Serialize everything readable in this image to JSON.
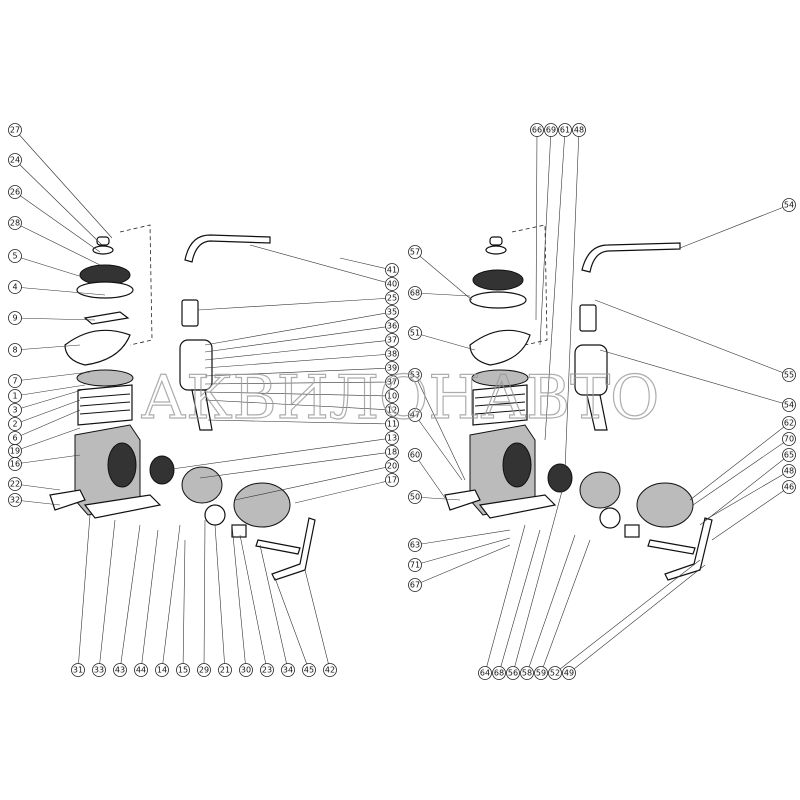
{
  "watermark": "АКВИЛОНАВТО",
  "left_assembly": {
    "left_column": [
      "27",
      "24",
      "26",
      "28",
      "5",
      "4",
      "9",
      "8",
      "7",
      "1",
      "3",
      "2",
      "6",
      "19",
      "16",
      "22",
      "32"
    ],
    "right_column": [
      "41",
      "40",
      "25",
      "35",
      "36",
      "37",
      "38",
      "39",
      "37",
      "10",
      "12",
      "11",
      "13",
      "18",
      "20",
      "17"
    ],
    "bottom_row": [
      "31",
      "33",
      "43",
      "44",
      "14",
      "15",
      "29",
      "21",
      "30",
      "23",
      "34",
      "45",
      "42"
    ]
  },
  "right_assembly": {
    "top_row": [
      "66",
      "69",
      "61",
      "48"
    ],
    "left_column": [
      "57",
      "68",
      "51",
      "53",
      "47",
      "60",
      "50",
      "63",
      "71",
      "67"
    ],
    "right_column": [
      "54",
      "55",
      "54",
      "62",
      "70",
      "65",
      "48",
      "46"
    ],
    "bottom_row": [
      "64",
      "68",
      "56",
      "58",
      "59",
      "52",
      "49"
    ]
  }
}
